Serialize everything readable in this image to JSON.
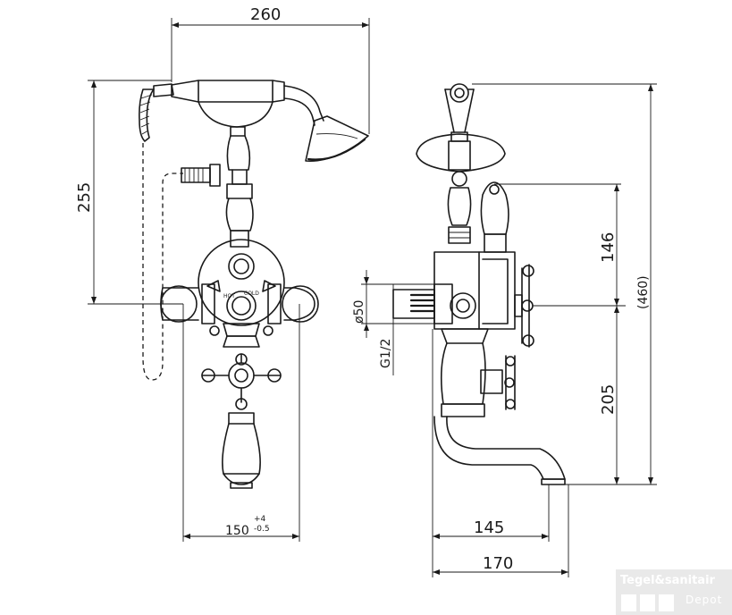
{
  "dimensions": {
    "top_width": "260",
    "left_height": "255",
    "bottom_width_main": "150",
    "bottom_tol_plus": "+4",
    "bottom_tol_minus": "-0.5",
    "pipe_diameter": "ø50",
    "thread": "G1/2",
    "height_146": "146",
    "height_460": "(460)",
    "height_205": "205",
    "spout_145": "145",
    "spout_170": "170"
  },
  "valve_labels": {
    "hot": "HOT",
    "cold": "COLD"
  },
  "logo": {
    "brand": "Tegel&sanitair",
    "sub": "Depot"
  }
}
